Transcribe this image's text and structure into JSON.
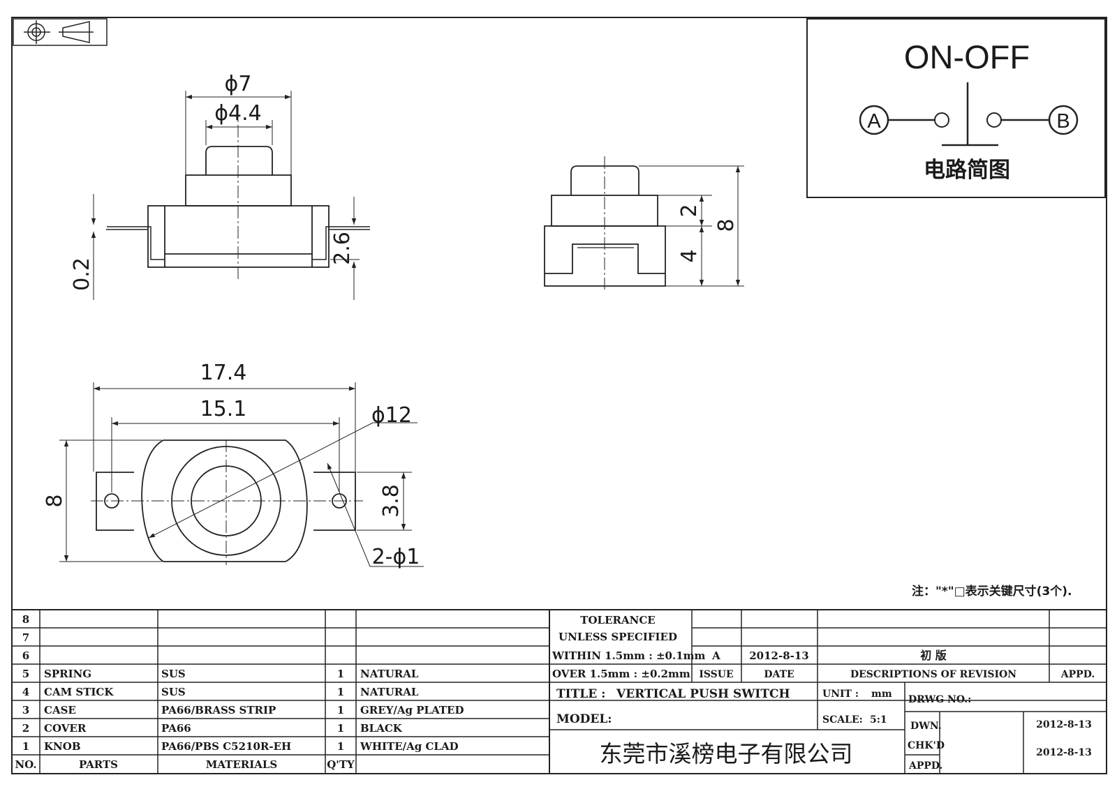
{
  "schematic": {
    "title": "ON-OFF",
    "terminal_a": "A",
    "terminal_b": "B",
    "caption": "电路简图"
  },
  "views": {
    "front": {
      "d_outer": "ϕ7",
      "d_inner": "ϕ4.4",
      "pin_thickness": "0.2",
      "body_height": "2.6"
    },
    "side": {
      "upper_height": "2",
      "lower_height": "4",
      "total_height": "8"
    },
    "top": {
      "length_total": "17.4",
      "hole_pitch": "15.1",
      "diameter": "ϕ12",
      "width": "8",
      "tab_width": "3.8",
      "holes": "2-ϕ1"
    }
  },
  "note": "注：\"*\"□表示关键尺寸(3个).",
  "parts_table": {
    "rows": [
      {
        "no": "8",
        "part": "",
        "material": "",
        "qty": "",
        "finish": ""
      },
      {
        "no": "7",
        "part": "",
        "material": "",
        "qty": "",
        "finish": ""
      },
      {
        "no": "6",
        "part": "",
        "material": "",
        "qty": "",
        "finish": ""
      },
      {
        "no": "5",
        "part": "SPRING",
        "material": "SUS",
        "qty": "1",
        "finish": "NATURAL"
      },
      {
        "no": "4",
        "part": "CAM STICK",
        "material": "SUS",
        "qty": "1",
        "finish": "NATURAL"
      },
      {
        "no": "3",
        "part": "CASE",
        "material": "PA66/BRASS STRIP",
        "qty": "1",
        "finish": "GREY/Ag PLATED"
      },
      {
        "no": "2",
        "part": "COVER",
        "material": "PA66",
        "qty": "1",
        "finish": "BLACK"
      },
      {
        "no": "1",
        "part": "KNOB",
        "material": "PA66/PBS C5210R-EH",
        "qty": "1",
        "finish": "WHITE/Ag CLAD"
      }
    ],
    "header": {
      "no": "NO.",
      "parts": "PARTS",
      "materials": "MATERIALS",
      "qty": "Q'TY"
    }
  },
  "tolerance": {
    "line1": "TOLERANCE",
    "line2": "UNLESS  SPECIFIED",
    "line3": "WITHIN 1.5mm : ±0.1mm",
    "line4": "OVER 1.5mm : ±0.2mm"
  },
  "revision": {
    "issue": "A",
    "date": "2012-8-13",
    "description": "初 版",
    "issue_label": "ISSUE",
    "date_label": "DATE",
    "desc_label": "DESCRIPTIONS OF REVISION",
    "appd_label": "APPD."
  },
  "title_block": {
    "title_label": "TITLE :",
    "title": "VERTICAL PUSH SWITCH",
    "unit_label": "UNIT :",
    "unit": "mm",
    "drwg_label": "DRWG NO.:",
    "model_label": "MODEL:",
    "scale_label": "SCALE:",
    "scale": "5:1",
    "dwn_label": "DWN.",
    "dwn_date": "2012-8-13",
    "chkd_label": "CHK'D",
    "chkd_date": "2012-8-13",
    "appd_label": "APPD.",
    "company": "东莞市溪榜电子有限公司"
  }
}
